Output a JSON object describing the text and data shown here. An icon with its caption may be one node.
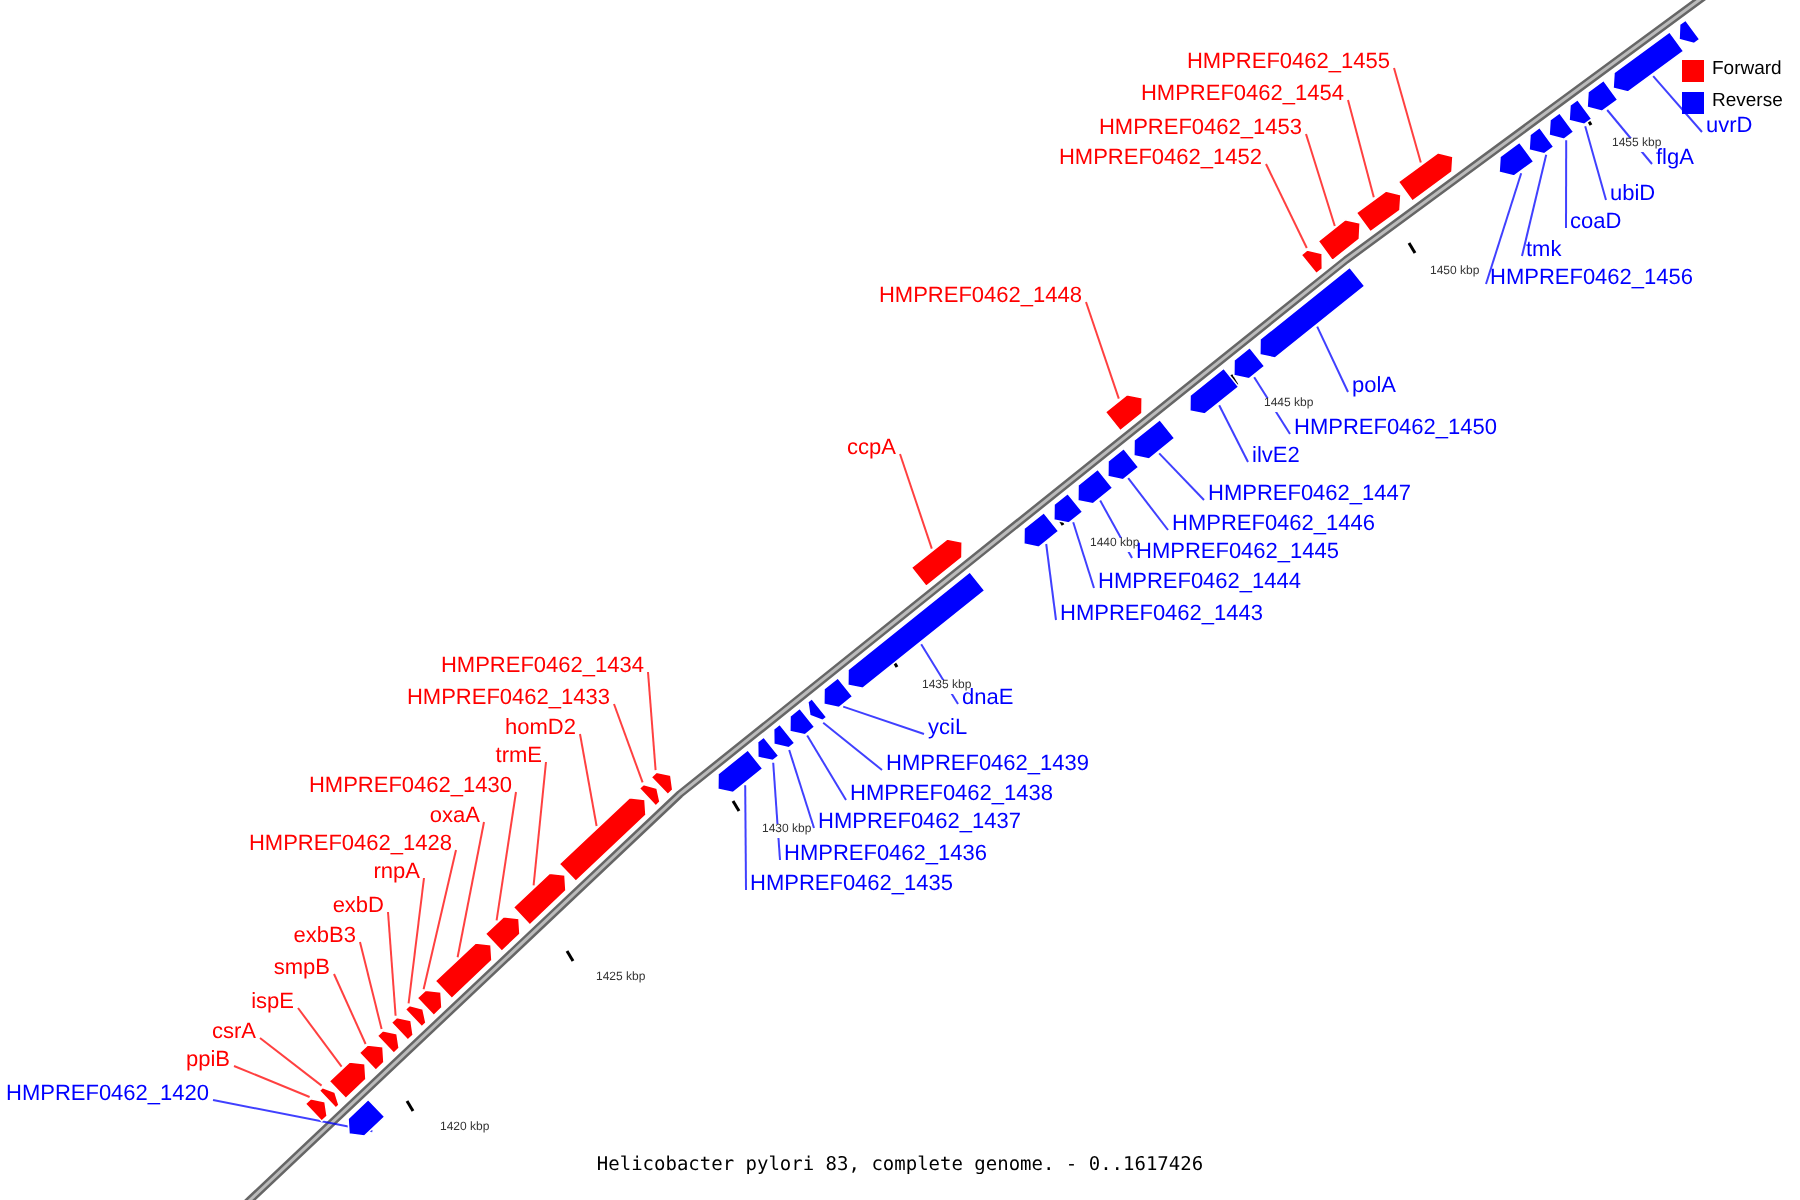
{
  "diagram": {
    "caption": "Helicobacter pylori 83, complete genome. - 0..1617426",
    "nodes": [
      {
        "text": [
          "HMPREF0462_1420"
        ]
      },
      {
        "text": [
          "ppiB"
        ]
      },
      {
        "text": [
          "csrA"
        ]
      },
      {
        "text": [
          "ispE"
        ]
      },
      {
        "text": [
          "smpB"
        ]
      },
      {
        "text": [
          "exbB3"
        ]
      },
      {
        "text": [
          "exbD"
        ]
      },
      {
        "text": [
          "rnpA"
        ]
      },
      {
        "text": [
          "HMPREF0462_1428"
        ]
      },
      {
        "text": [
          "oxaA"
        ]
      },
      {
        "text": [
          "HMPREF0462_1430"
        ]
      },
      {
        "text": [
          "trmE"
        ]
      },
      {
        "text": [
          "homD2"
        ]
      },
      {
        "text": [
          "HMPREF0462_1433"
        ]
      },
      {
        "text": [
          "HMPREF0462_1434"
        ]
      },
      {
        "text": [
          "HMPREF0462_1435"
        ]
      },
      {
        "text": [
          "HMPREF0462_1436"
        ]
      },
      {
        "text": [
          "HMPREF0462_1437"
        ]
      },
      {
        "text": [
          "HMPREF0462_1438"
        ]
      },
      {
        "text": [
          "HMPREF0462_1439"
        ]
      },
      {
        "text": [
          "yciL"
        ]
      },
      {
        "text": [
          "dnaE"
        ]
      },
      {
        "text": [
          "ccpA"
        ]
      },
      {
        "text": [
          "HMPREF0462_1443"
        ]
      },
      {
        "text": [
          "HMPREF0462_1444"
        ]
      },
      {
        "text": [
          "HMPREF0462_1445"
        ]
      },
      {
        "text": [
          "HMPREF0462_1446"
        ]
      },
      {
        "text": [
          "HMPREF0462_1447"
        ]
      },
      {
        "text": [
          "HMPREF0462_1448"
        ]
      },
      {
        "text": [
          "ilvE2"
        ]
      },
      {
        "text": [
          "HMPREF0462_1450"
        ]
      },
      {
        "text": [
          "polA"
        ]
      },
      {
        "text": [
          "HMPREF0462_1452"
        ]
      },
      {
        "text": [
          "HMPREF0462_1453"
        ]
      },
      {
        "text": [
          "HMPREF0462_1454"
        ]
      },
      {
        "text": [
          "HMPREF0462_1455"
        ]
      },
      {
        "text": [
          "HMPREF0462_1456"
        ]
      },
      {
        "text": [
          "tmk"
        ]
      },
      {
        "text": [
          "coaD"
        ]
      },
      {
        "text": [
          "ubiD"
        ]
      },
      {
        "text": [
          "flgA"
        ]
      },
      {
        "text": [
          "uvrD"
        ]
      },
      {
        "text": [],
        "shape": "bar"
      },
      {
        "text": [],
        "shape": "bar"
      },
      {
        "text": [],
        "shape": "bar"
      },
      {
        "text": [],
        "shape": "bar"
      },
      {
        "text": [],
        "shape": "bar"
      },
      {
        "text": [],
        "shape": "bar"
      },
      {
        "text": [],
        "shape": "bar"
      },
      {
        "text": [],
        "shape": "bar"
      },
      {
        "text": [],
        "shape": "bar"
      },
      {
        "text": [],
        "shape": "bar"
      },
      {
        "text": [],
        "shape": "bar"
      },
      {
        "text": [],
        "shape": "bar"
      },
      {
        "text": [],
        "shape": "bar"
      },
      {
        "text": [],
        "shape": "bar"
      },
      {
        "text": [],
        "shape": "bar"
      },
      {
        "text": [],
        "shape": "bar"
      },
      {
        "text": [],
        "shape": "bar"
      },
      {
        "text": [],
        "shape": "bar"
      },
      {
        "text": [],
        "shape": "bar"
      },
      {
        "text": [],
        "shape": "bar"
      },
      {
        "text": [],
        "shape": "bar"
      },
      {
        "text": [],
        "shape": "bar"
      },
      {
        "text": [],
        "shape": "bar"
      },
      {
        "text": [],
        "shape": "bar"
      },
      {
        "text": [],
        "shape": "bar"
      },
      {
        "text": [],
        "shape": "bar"
      },
      {
        "text": [],
        "shape": "bar"
      },
      {
        "text": [],
        "shape": "bar"
      },
      {
        "text": [],
        "shape": "bar"
      },
      {
        "text": [],
        "shape": "bar"
      },
      {
        "text": [],
        "shape": "bar"
      },
      {
        "text": [],
        "shape": "bar"
      },
      {
        "text": [],
        "shape": "bar"
      },
      {
        "text": [],
        "shape": "bar"
      },
      {
        "text": [],
        "shape": "bar"
      },
      {
        "text": [],
        "shape": "bar"
      },
      {
        "text": [],
        "shape": "bar"
      },
      {
        "text": [],
        "shape": "bar"
      },
      {
        "text": [],
        "shape": "bar"
      },
      {
        "text": [],
        "shape": "bar"
      },
      {
        "text": [],
        "shape": "bar"
      },
      {
        "text": [],
        "shape": "bar"
      },
      {
        "text": [],
        "shape": "bar"
      }
    ],
    "edges": [
      {
        "from": 0,
        "to": 42,
        "arrow": "none",
        "color": "#0000ff"
      },
      {
        "from": 1,
        "to": 43,
        "arrow": "none",
        "color": "#ff0000"
      },
      {
        "from": 2,
        "to": 44,
        "arrow": "none",
        "color": "#ff0000"
      },
      {
        "from": 3,
        "to": 45,
        "arrow": "none",
        "color": "#ff0000"
      },
      {
        "from": 4,
        "to": 46,
        "arrow": "none",
        "color": "#ff0000"
      },
      {
        "from": 5,
        "to": 47,
        "arrow": "none",
        "color": "#ff0000"
      },
      {
        "from": 6,
        "to": 48,
        "arrow": "none",
        "color": "#ff0000"
      },
      {
        "from": 7,
        "to": 49,
        "arrow": "none",
        "color": "#ff0000"
      },
      {
        "from": 8,
        "to": 50,
        "arrow": "none",
        "color": "#ff0000"
      },
      {
        "from": 9,
        "to": 51,
        "arrow": "none",
        "color": "#ff0000"
      },
      {
        "from": 10,
        "to": 52,
        "arrow": "none",
        "color": "#ff0000"
      },
      {
        "from": 11,
        "to": 53,
        "arrow": "none",
        "color": "#ff0000"
      },
      {
        "from": 12,
        "to": 54,
        "arrow": "none",
        "color": "#ff0000"
      },
      {
        "from": 13,
        "to": 55,
        "arrow": "none",
        "color": "#ff0000"
      },
      {
        "from": 14,
        "to": 56,
        "arrow": "none",
        "color": "#ff0000"
      },
      {
        "from": 15,
        "to": 57,
        "arrow": "none",
        "color": "#0000ff"
      },
      {
        "from": 16,
        "to": 58,
        "arrow": "none",
        "color": "#0000ff"
      },
      {
        "from": 17,
        "to": 59,
        "arrow": "none",
        "color": "#0000ff"
      },
      {
        "from": 18,
        "to": 60,
        "arrow": "none",
        "color": "#0000ff"
      },
      {
        "from": 19,
        "to": 61,
        "arrow": "none",
        "color": "#0000ff"
      },
      {
        "from": 20,
        "to": 62,
        "arrow": "none",
        "color": "#0000ff"
      },
      {
        "from": 21,
        "to": 63,
        "arrow": "none",
        "color": "#0000ff"
      },
      {
        "from": 22,
        "to": 64,
        "arrow": "none",
        "color": "#ff0000"
      },
      {
        "from": 23,
        "to": 65,
        "arrow": "none",
        "color": "#0000ff"
      },
      {
        "from": 24,
        "to": 66,
        "arrow": "none",
        "color": "#0000ff"
      },
      {
        "from": 25,
        "to": 67,
        "arrow": "none",
        "color": "#0000ff"
      },
      {
        "from": 26,
        "to": 68,
        "arrow": "none",
        "color": "#0000ff"
      },
      {
        "from": 27,
        "to": 69,
        "arrow": "none",
        "color": "#0000ff"
      },
      {
        "from": 28,
        "to": 70,
        "arrow": "none",
        "color": "#ff0000"
      },
      {
        "from": 29,
        "to": 71,
        "arrow": "none",
        "color": "#0000ff"
      },
      {
        "from": 30,
        "to": 72,
        "arrow": "none",
        "color": "#0000ff"
      },
      {
        "from": 31,
        "to": 73,
        "arrow": "none",
        "color": "#0000ff"
      },
      {
        "from": 32,
        "to": 74,
        "arrow": "none",
        "color": "#ff0000"
      },
      {
        "from": 33,
        "to": 75,
        "arrow": "none",
        "color": "#ff0000"
      },
      {
        "from": 34,
        "to": 76,
        "arrow": "none",
        "color": "#ff0000"
      },
      {
        "from": 35,
        "to": 77,
        "arrow": "none",
        "color": "#ff0000"
      },
      {
        "from": 36,
        "to": 78,
        "arrow": "none",
        "color": "#0000ff"
      },
      {
        "from": 37,
        "to": 79,
        "arrow": "none",
        "color": "#0000ff"
      },
      {
        "from": 38,
        "to": 80,
        "arrow": "none",
        "color": "#0000ff"
      },
      {
        "from": 39,
        "to": 81,
        "arrow": "none",
        "color": "#0000ff"
      },
      {
        "from": 40,
        "to": 82,
        "arrow": "none",
        "color": "#0000ff"
      },
      {
        "from": 41,
        "to": 83,
        "arrow": "none",
        "color": "#0000ff"
      }
    ],
    "labels": [
      "1420 kbp",
      "1425 kbp",
      "1430 kbp",
      "1435 kbp",
      "1440 kbp",
      "1445 kbp",
      "1450 kbp",
      "1455 kbp"
    ],
    "legend": [
      {
        "text": "Forward",
        "color": "#ff0000"
      },
      {
        "text": "Reverse",
        "color": "#0000ff"
      }
    ]
  }
}
